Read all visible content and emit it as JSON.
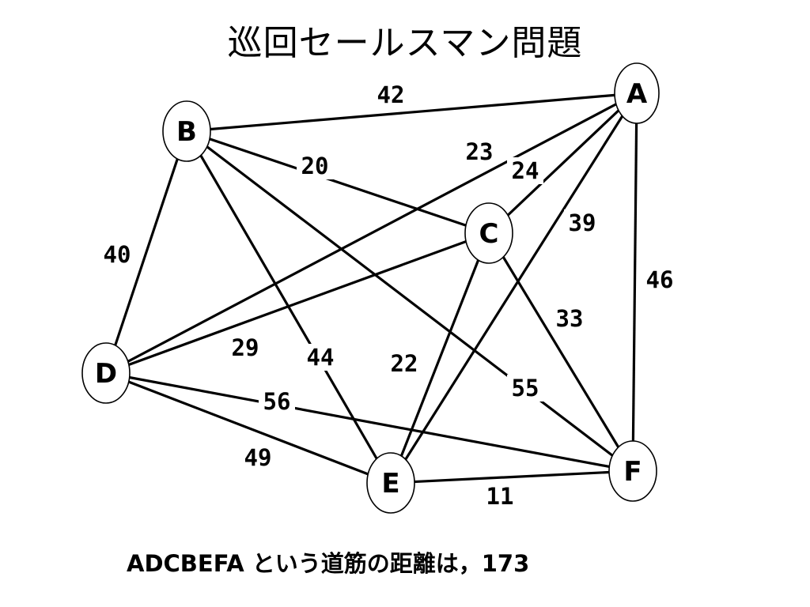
{
  "title": "巡回セールスマン問題",
  "caption": "ADCBEFA という道筋の距離は，173",
  "graph": {
    "nodes": [
      "A",
      "B",
      "C",
      "D",
      "E",
      "F"
    ],
    "edges": [
      {
        "from": "A",
        "to": "B",
        "weight": "42"
      },
      {
        "from": "A",
        "to": "C",
        "weight": "24"
      },
      {
        "from": "A",
        "to": "D",
        "weight": "23"
      },
      {
        "from": "A",
        "to": "E",
        "weight": "39"
      },
      {
        "from": "A",
        "to": "F",
        "weight": "46"
      },
      {
        "from": "B",
        "to": "C",
        "weight": "20"
      },
      {
        "from": "B",
        "to": "D",
        "weight": "40"
      },
      {
        "from": "B",
        "to": "E",
        "weight": "44"
      },
      {
        "from": "B",
        "to": "F",
        "weight": "55"
      },
      {
        "from": "C",
        "to": "D",
        "weight": "29"
      },
      {
        "from": "C",
        "to": "E",
        "weight": "22"
      },
      {
        "from": "C",
        "to": "F",
        "weight": "33"
      },
      {
        "from": "D",
        "to": "E",
        "weight": "49"
      },
      {
        "from": "D",
        "to": "F",
        "weight": "56"
      },
      {
        "from": "E",
        "to": "F",
        "weight": "11"
      }
    ]
  }
}
